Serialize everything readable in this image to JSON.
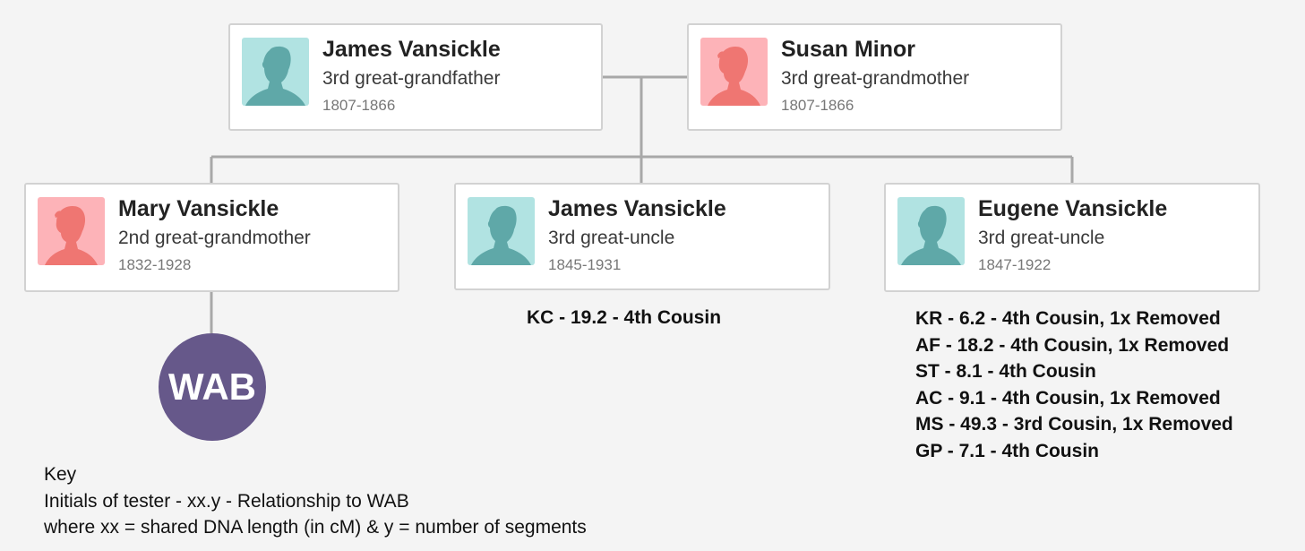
{
  "parents": [
    {
      "name": "James Vansickle",
      "relationship": "3rd great-grandfather",
      "dates": "1807-1866",
      "gender": "male"
    },
    {
      "name": "Susan Minor",
      "relationship": "3rd great-grandmother",
      "dates": "1807-1866",
      "gender": "female"
    }
  ],
  "children": [
    {
      "name": "Mary Vansickle",
      "relationship": "2nd great-grandmother",
      "dates": "1832-1928",
      "gender": "female"
    },
    {
      "name": "James Vansickle",
      "relationship": "3rd great-uncle",
      "dates": "1845-1931",
      "gender": "male"
    },
    {
      "name": "Eugene Vansickle",
      "relationship": "3rd great-uncle",
      "dates": "1847-1922",
      "gender": "male"
    }
  ],
  "descendant": {
    "initials": "WAB"
  },
  "matches": {
    "james": [
      "KC - 19.2 - 4th Cousin"
    ],
    "eugene": [
      "KR - 6.2 - 4th Cousin, 1x Removed",
      "AF - 18.2 - 4th Cousin, 1x Removed",
      "ST - 8.1 - 4th Cousin",
      "AC - 9.1 - 4th Cousin, 1x Removed",
      "MS - 49.3 - 3rd Cousin, 1x Removed",
      "GP - 7.1 - 4th Cousin"
    ]
  },
  "key": {
    "title": "Key",
    "line1": "Initials of tester - xx.y - Relationship to WAB",
    "line2": "where xx = shared DNA length (in cM) & y = number of segments"
  },
  "colors": {
    "male_avatar_bg": "#b1e3e2",
    "male_silhouette": "#5fa8a8",
    "female_avatar_bg": "#fdb3b8",
    "female_silhouette": "#ef7672",
    "descendant_circle": "#66588a",
    "connector": "#a8a8a8"
  },
  "icons": {
    "male": "male-silhouette-icon",
    "female": "female-silhouette-icon"
  }
}
